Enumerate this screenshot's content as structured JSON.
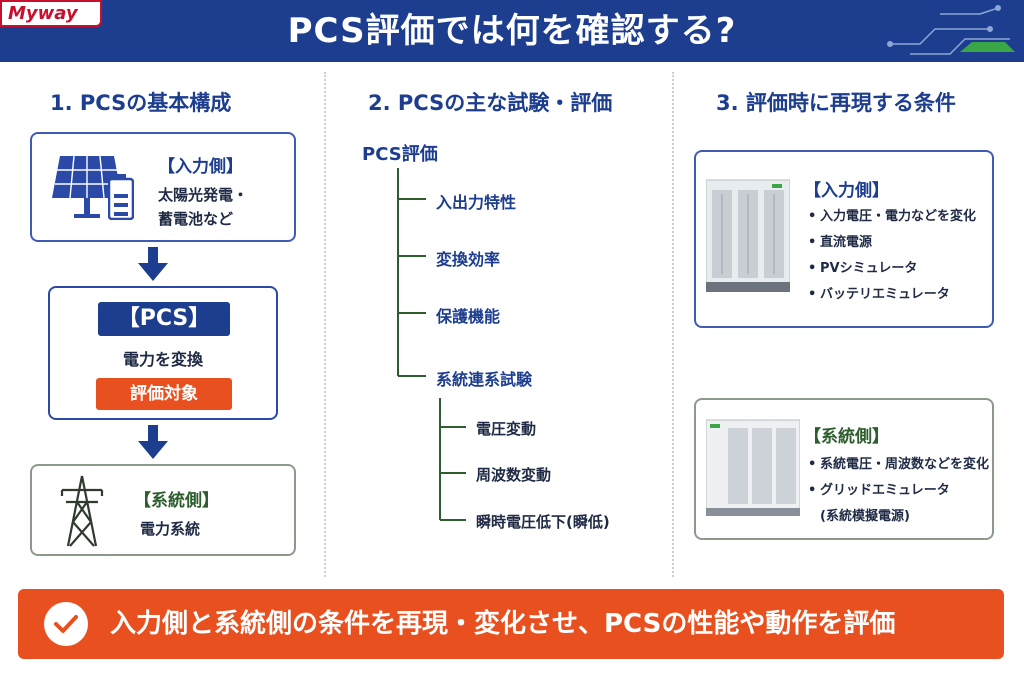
{
  "header": {
    "logo": "Myway",
    "title": "PCS評価では何を確認する?"
  },
  "columns": [
    {
      "title": "1. PCSの基本構成"
    },
    {
      "title": "2. PCSの主な試験・評価"
    },
    {
      "title": "3. 評価時に再現する条件"
    }
  ],
  "basic": {
    "input": {
      "tag": "【入力側】",
      "line1": "太陽光発電・",
      "line2": "蓄電池など"
    },
    "pcs": {
      "tag": "【PCS】",
      "desc": "電力を変換",
      "badge": "評価対象"
    },
    "grid": {
      "tag": "【系統側】",
      "desc": "電力系統"
    }
  },
  "tests": {
    "root": "PCS評価",
    "items": [
      "入出力特性",
      "変換効率",
      "保護機能",
      "系統連系試験"
    ],
    "sub_items": [
      "電圧変動",
      "周波数変動",
      "瞬時電圧低下(瞬低)"
    ]
  },
  "conditions": {
    "input": {
      "tag": "【入力側】",
      "bullets": [
        "入力電圧・電力などを変化",
        "直流電源",
        "PVシミュレータ",
        "バッテリエミュレータ"
      ]
    },
    "grid": {
      "tag": "【系統側】",
      "bullets": [
        "系統電圧・周波数などを変化",
        "グリッドエミュレータ"
      ],
      "note": "(系統模擬電源)"
    }
  },
  "footer": {
    "text": "入力側と系統側の条件を再現・変化させ、PCSの性能や動作を評価"
  },
  "colors": {
    "navy": "#1d3d8f",
    "orange": "#e8501f",
    "green": "#2e5e2e",
    "red": "#c8102e"
  },
  "icons": [
    "solar-panel-icon",
    "battery-icon",
    "transmission-tower-icon",
    "check-icon",
    "arrow-down-icon",
    "cabinet-icon"
  ]
}
